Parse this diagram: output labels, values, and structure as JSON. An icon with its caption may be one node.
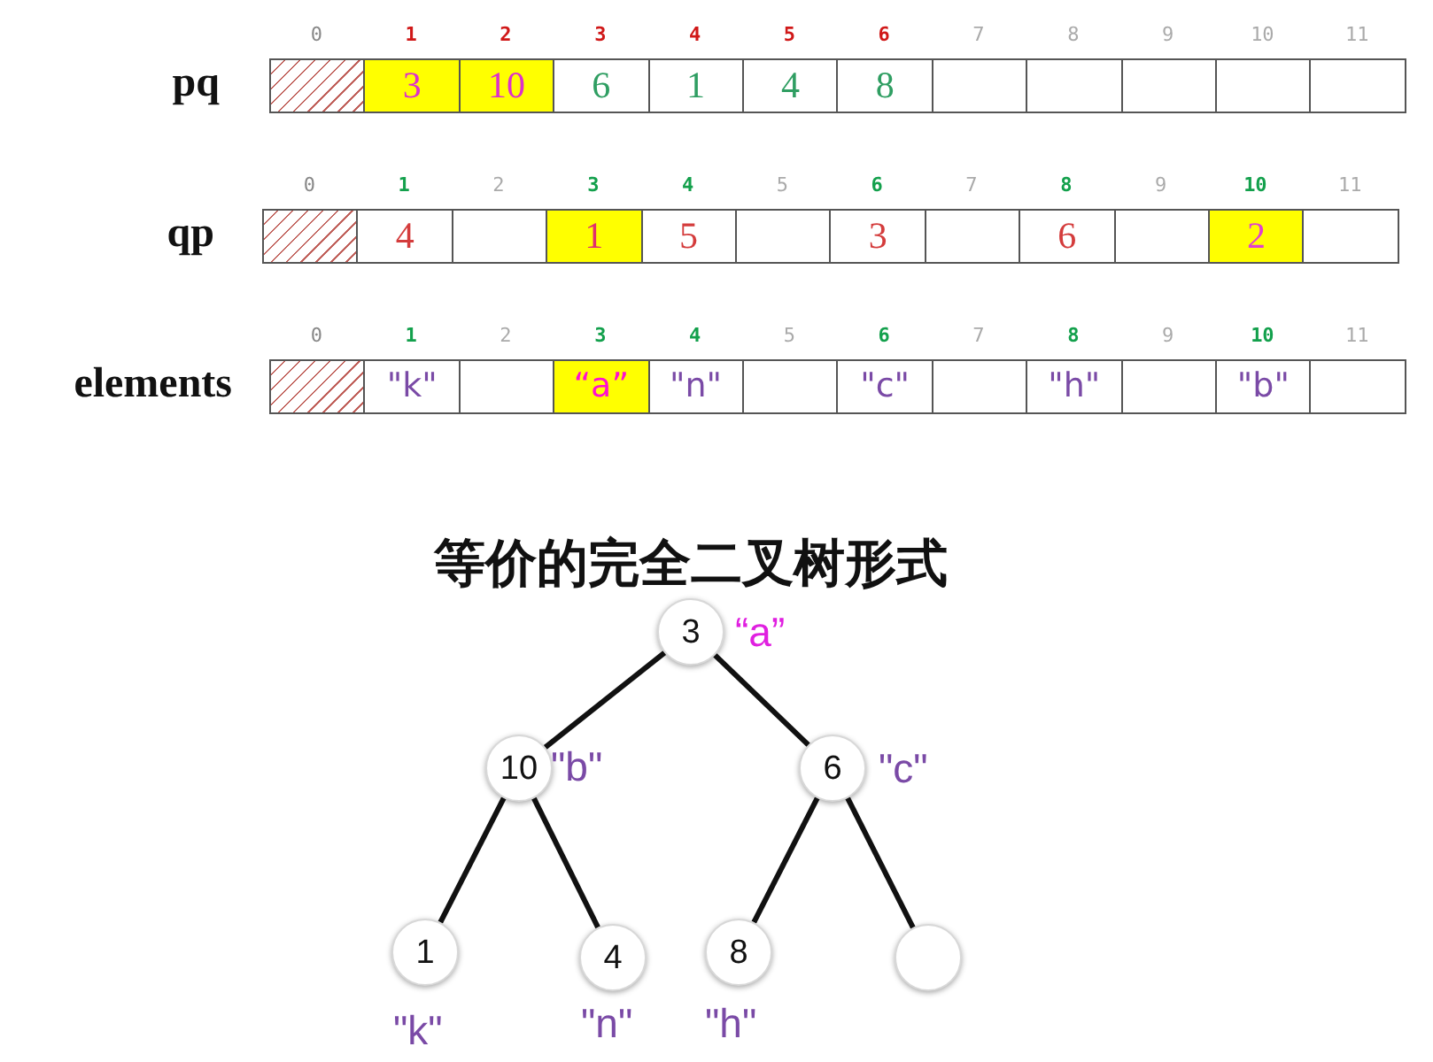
{
  "diagram": {
    "nodes": [
      {
        "text": [],
        "shape": "box",
        "beside": [
          "0"
        ]
      },
      {
        "text": [
          "3"
        ],
        "beside": [
          "1"
        ]
      },
      {
        "text": [
          "10"
        ],
        "beside": [
          "2"
        ]
      },
      {
        "text": [
          "6"
        ],
        "beside": [
          "3"
        ]
      },
      {
        "text": [
          "1"
        ],
        "beside": [
          "4"
        ]
      },
      {
        "text": [
          "4"
        ],
        "beside": [
          "5"
        ]
      },
      {
        "text": [
          "8"
        ],
        "beside": [
          "6"
        ]
      },
      {
        "text": [],
        "shape": "box",
        "beside": [
          "7"
        ]
      },
      {
        "text": [],
        "shape": "box",
        "beside": [
          "8"
        ]
      },
      {
        "text": [],
        "shape": "box",
        "beside": [
          "9"
        ]
      },
      {
        "text": [],
        "shape": "box",
        "beside": [
          "10"
        ]
      },
      {
        "text": [],
        "shape": "box",
        "beside": [
          "11"
        ]
      },
      {
        "text": [],
        "shape": "box",
        "beside": [
          "0"
        ]
      },
      {
        "text": [
          "4"
        ],
        "beside": [
          "1"
        ]
      },
      {
        "text": [],
        "shape": "box",
        "beside": [
          "2"
        ]
      },
      {
        "text": [
          "1"
        ],
        "beside": [
          "3"
        ]
      },
      {
        "text": [
          "5"
        ],
        "beside": [
          "4"
        ]
      },
      {
        "text": [],
        "shape": "box",
        "beside": [
          "5"
        ]
      },
      {
        "text": [
          "3"
        ],
        "beside": [
          "6"
        ]
      },
      {
        "text": [],
        "shape": "box",
        "beside": [
          "7"
        ]
      },
      {
        "text": [
          "6"
        ],
        "beside": [
          "8"
        ]
      },
      {
        "text": [],
        "shape": "box",
        "beside": [
          "9"
        ]
      },
      {
        "text": [
          "2"
        ],
        "beside": [
          "10"
        ]
      },
      {
        "text": [],
        "shape": "box",
        "beside": [
          "11"
        ]
      },
      {
        "text": [],
        "shape": "box",
        "beside": [
          "0"
        ]
      },
      {
        "text": [
          "\"k\""
        ],
        "beside": [
          "1"
        ]
      },
      {
        "text": [],
        "shape": "box",
        "beside": [
          "2"
        ]
      },
      {
        "text": [
          "“a”"
        ],
        "beside": [
          "3"
        ]
      },
      {
        "text": [
          "\"n\""
        ],
        "beside": [
          "4"
        ]
      },
      {
        "text": [],
        "shape": "box",
        "beside": [
          "5"
        ]
      },
      {
        "text": [
          "\"c\""
        ],
        "beside": [
          "6"
        ]
      },
      {
        "text": [],
        "shape": "box",
        "beside": [
          "7"
        ]
      },
      {
        "text": [
          "\"h\""
        ],
        "beside": [
          "8"
        ]
      },
      {
        "text": [],
        "shape": "box",
        "beside": [
          "9"
        ]
      },
      {
        "text": [
          "\"b\""
        ],
        "beside": [
          "10"
        ]
      },
      {
        "text": [],
        "shape": "box",
        "beside": [
          "11"
        ]
      },
      {
        "text": [
          "3"
        ],
        "beside": [
          "“a”"
        ]
      },
      {
        "text": [
          "10"
        ],
        "beside": [
          "\"b\""
        ]
      },
      {
        "text": [
          "6"
        ],
        "beside": [
          "\"c\""
        ]
      },
      {
        "text": [
          "1"
        ],
        "beside": [
          "\"k\""
        ]
      },
      {
        "text": [
          "4"
        ],
        "beside": [
          "\"n\""
        ]
      },
      {
        "text": [
          "8"
        ],
        "beside": [
          "\"h\""
        ]
      },
      {
        "text": [],
        "shape": "circle"
      }
    ],
    "edges": [
      {
        "from": 36,
        "to": 37,
        "arrow": "none"
      },
      {
        "from": 36,
        "to": 38,
        "arrow": "none"
      },
      {
        "from": 37,
        "to": 39,
        "arrow": "none"
      },
      {
        "from": 37,
        "to": 40,
        "arrow": "none"
      },
      {
        "from": 38,
        "to": 41,
        "arrow": "none"
      },
      {
        "from": 38,
        "to": 42,
        "arrow": "none"
      }
    ],
    "labels": [
      "pq",
      "qp",
      "elements",
      "等价的完全二叉树形式"
    ]
  }
}
